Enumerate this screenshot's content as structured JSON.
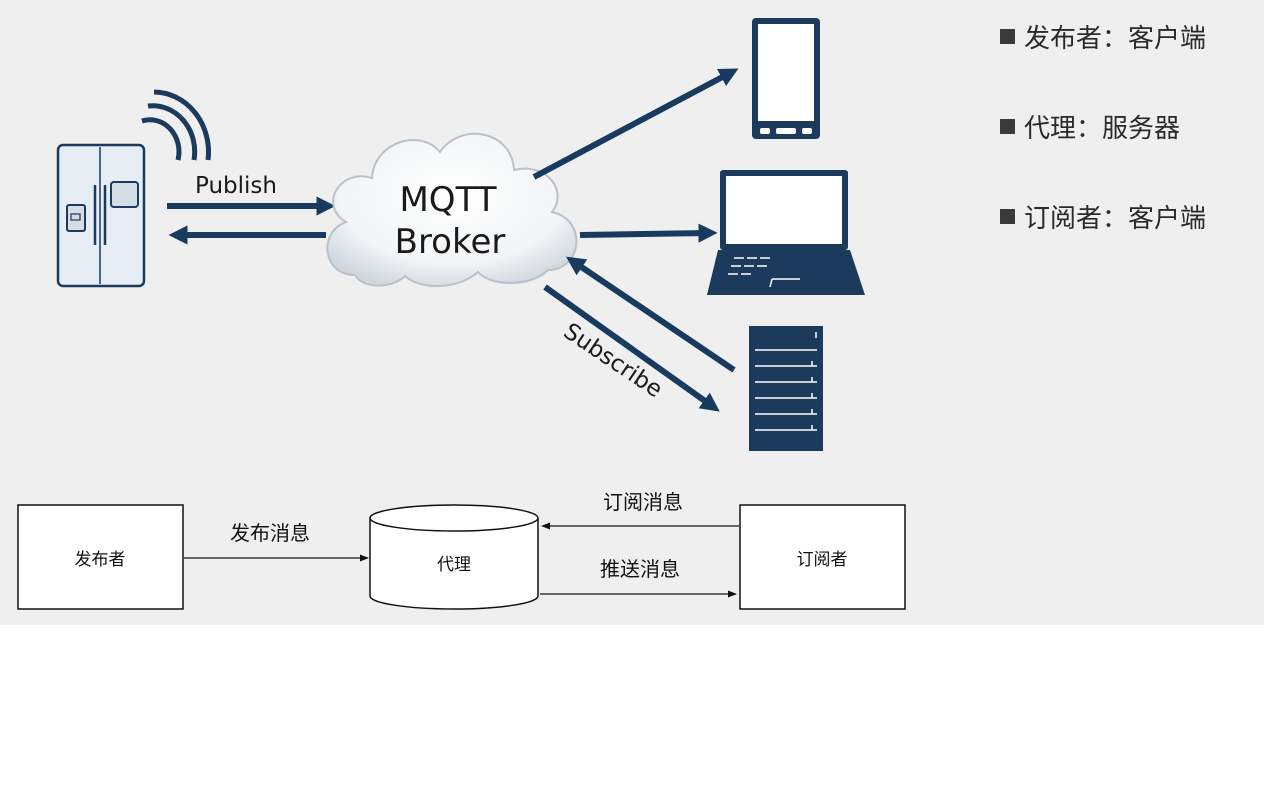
{
  "top_diagram": {
    "publish_label": "Publish",
    "broker_line1": "MQTT",
    "broker_line2": "Broker",
    "subscribe_label": "Subscribe"
  },
  "legend": [
    {
      "text": "发布者：客户端"
    },
    {
      "text": "代理：服务器"
    },
    {
      "text": "订阅者：客户端"
    }
  ],
  "flow": {
    "publisher": "发布者",
    "broker": "代理",
    "subscriber": "订阅者",
    "publish_message": "发布消息",
    "subscribe_message": "订阅消息",
    "push_message": "推送消息"
  },
  "colors": {
    "arrow_navy": "#173a5e",
    "device_navy": "#1b3a5c",
    "slide_bg": "#efefef"
  }
}
